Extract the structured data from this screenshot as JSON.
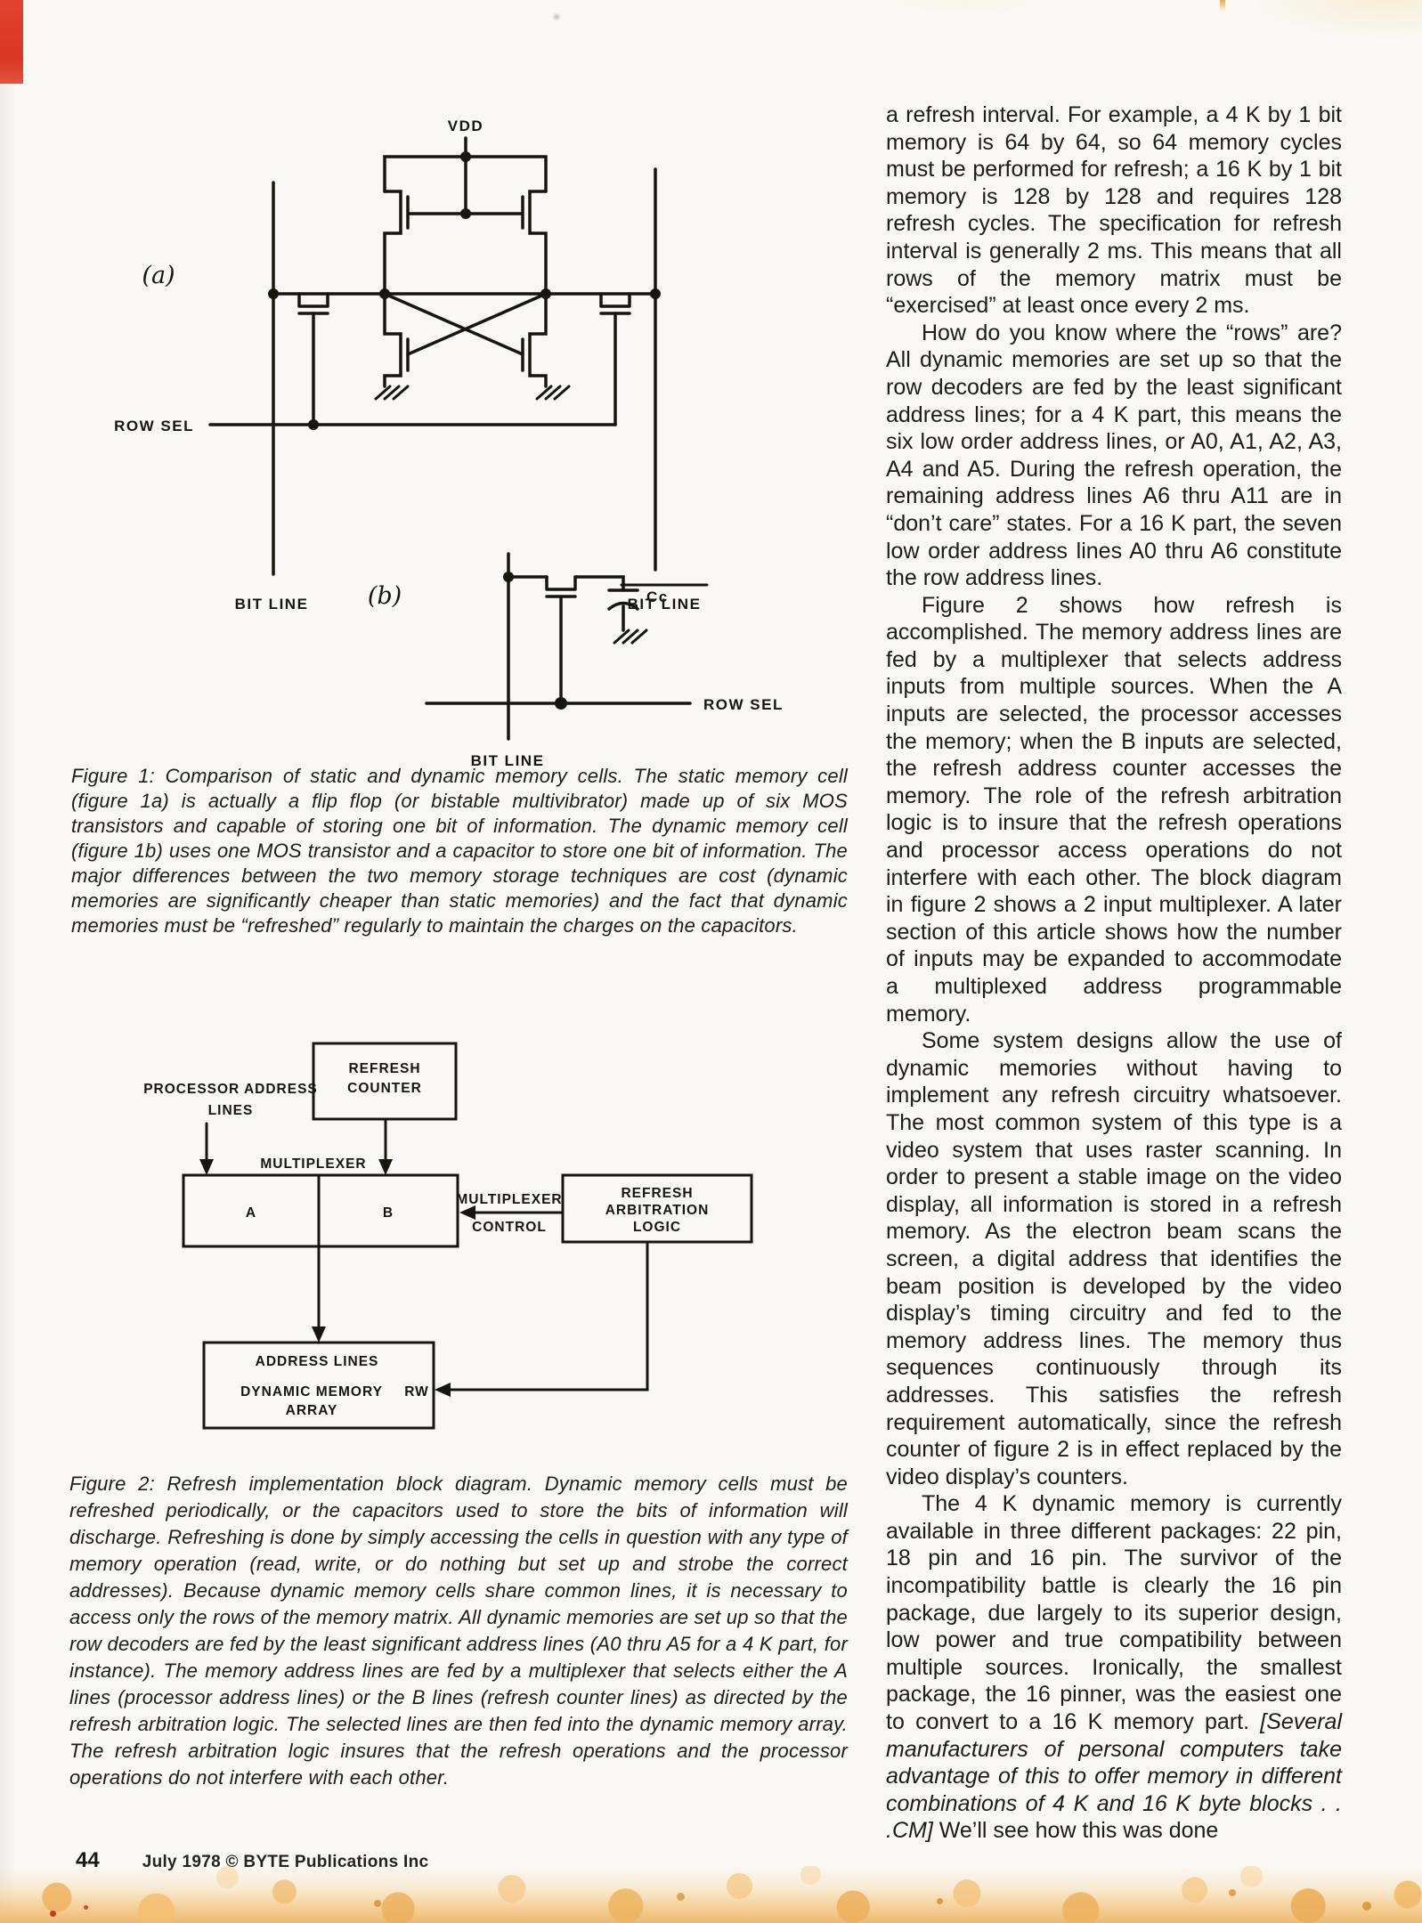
{
  "page": {
    "number": "44",
    "credit": "July 1978 © BYTE Publications Inc"
  },
  "figure1": {
    "labels": {
      "vdd": "VDD",
      "sub_a": "(a)",
      "row_sel_a": "ROW SEL",
      "bit_line_left": "BIT LINE",
      "bit_line_right": "BIT LINE",
      "sub_b": "(b)",
      "cc": "Cc",
      "row_sel_b": "ROW SEL",
      "bit_line_b": "BIT LINE"
    },
    "caption": "Figure 1: Comparison of static and dynamic memory cells. The static memory cell (figure 1a) is actually a flip flop (or bistable multivibrator) made up of six MOS transistors and capable of storing one bit of information. The dynamic memory cell (figure 1b) uses one MOS transistor and a capacitor to store one bit of information. The major differences between the two memory storage techniques are cost (dynamic memories are significantly cheaper than static memories) and the fact that dynamic memories must be “refreshed” regularly to maintain the charges on the capacitors."
  },
  "figure2": {
    "labels": {
      "processor_address_1": "PROCESSOR ADDRESS",
      "processor_address_2": "LINES",
      "refresh_counter_1": "REFRESH",
      "refresh_counter_2": "COUNTER",
      "multiplexer": "MULTIPLEXER",
      "mux_a": "A",
      "mux_b": "B",
      "mux_control_1": "MULTIPLEXER",
      "mux_control_2": "CONTROL",
      "arbitration_1": "REFRESH",
      "arbitration_2": "ARBITRATION",
      "arbitration_3": "LOGIC",
      "address_lines": "ADDRESS LINES",
      "dynamic_memory_1": "DYNAMIC MEMORY",
      "dynamic_memory_2": "ARRAY",
      "rw": "RW"
    },
    "caption": "Figure 2: Refresh implementation block diagram. Dynamic memory cells must be refreshed periodically, or the capacitors used to store the bits of information will discharge. Refreshing is done by simply accessing the cells in question with any type of memory operation (read, write, or do nothing but set up and strobe the correct addresses). Because dynamic memory cells share common lines, it is necessary to access only the rows of the memory matrix. All dynamic memories are set up so that the row decoders are fed by the least significant address lines (A0 thru A5 for a 4 K part, for instance). The memory address lines are fed by a multiplexer that selects either the A lines (processor address lines) or the B lines (refresh counter lines) as directed by the refresh arbitration logic. The selected lines are then fed into the dynamic memory array. The refresh arbitration logic insures that the refresh operations and the processor operations do not interfere with each other."
  },
  "article": {
    "paragraphs": [
      "a refresh interval. For example, a 4 K by 1 bit memory is 64 by 64, so 64 memory cycles must be performed for refresh; a 16 K by 1 bit memory is 128 by 128 and requires 128 refresh cycles. The specification for refresh interval is generally 2 ms. This means that all rows of the memory matrix must be “exercised” at least once every 2 ms.",
      "How do you know where the “rows” are? All dynamic memories are set up so that the row decoders are fed by the least significant address lines; for a 4 K part, this means the six low order address lines, or A0, A1, A2, A3, A4 and A5. During the refresh operation, the remaining address lines A6 thru A11 are in “don’t care” states. For a 16 K part, the seven low order address lines A0 thru A6 constitute the row address lines.",
      "Figure 2 shows how refresh is accomplished. The memory address lines are fed by a multiplexer that selects address inputs from multiple sources. When the A inputs are selected, the processor accesses the memory; when the B inputs are selected, the refresh address counter accesses the memory. The role of the refresh arbitration logic is to insure that the refresh operations and processor access operations do not interfere with each other. The block diagram in figure 2 shows a 2 input multiplexer. A later section of this article shows how the number of inputs may be expanded to accommodate a multiplexed address programmable memory.",
      "Some system designs allow the use of dynamic memories without having to implement any refresh circuitry whatsoever. The most common system of this type is a video system that uses raster scanning. In order to present a stable image on the video display, all information is stored in a refresh memory. As the electron beam scans the screen, a digital address that identifies the beam position is developed by the video display’s timing circuitry and fed to the memory address lines. The memory thus sequences continuously through its addresses. This satisfies the refresh requirement automatically, since the refresh counter of figure 2 is in effect replaced by the video display’s counters."
    ],
    "p5": {
      "start": "The 4 K dynamic memory is currently available in three different packages: 22 pin, 18 pin and 16 pin. The survivor of the incompatibility battle is clearly the 16 pin package, due largely to its superior design, low power and true compatibility between multiple sources. Ironically, the smallest package, the 16 pinner, was the easiest one to convert to a 16 K memory part. ",
      "italic": "[Several manufacturers of personal computers take advantage of this to offer memory in different combinations of 4 K and 16 K byte blocks . . .CM]",
      "end": " We’ll see how this was done"
    }
  },
  "colors": {
    "ink": "#16160f",
    "accent_red": "#d93722",
    "band_orange": "#edb96e"
  }
}
